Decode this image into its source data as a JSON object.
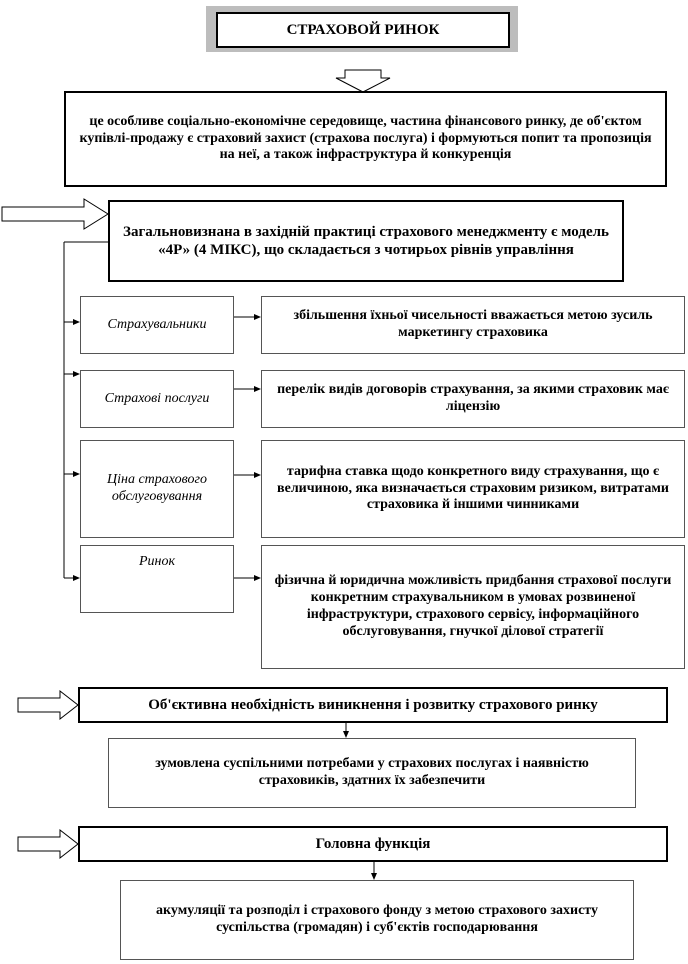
{
  "title": "СТРАХОВОЙ РИНОК",
  "definition": "це особливе соціально-економічне середовище, частина фінансового ринку, де об'єктом купівлі-продажу є страховий захист (страхова послуга) і формуються попит та пропозиція на неї, а також інфраструктура й конкуренція",
  "model_header": "Загальновизнана в західній практиці страхового менеджменту є модель «4Р» (4 МІКС), що складається з чотирьох рівнів управління",
  "levels": [
    {
      "name": "Страхувальники",
      "description": "збільшення їхньої чисельності вважається метою зусиль маркетингу страховика"
    },
    {
      "name": "Страхові послуги",
      "description": "перелік видів договорів страхування, за якими страховик має ліцензію"
    },
    {
      "name": "Ціна страхового обслуговування",
      "description": "тарифна ставка щодо конкретного виду страхування, що є величиною, яка визначається страховим ризиком, витратами страховика й іншими чинниками"
    },
    {
      "name": "Ринок",
      "description": "фізична й юридична можливість придбання страхової послуги конкретним страхувальником в умовах розвиненої інфраструктури, страхового сервісу, інформаційного обслуговування, гнучкої ділової стратегії"
    }
  ],
  "necessity": {
    "header": "Об'єктивна необхідність виникнення і розвитку страхового ринку",
    "text": "зумовлена суспільними потребами у страхових послугах і наявністю страховиків, здатних їх забезпечити"
  },
  "main_function": {
    "header": "Головна функція",
    "text": "акумуляції та розподіл і страхового фонду з метою страхового захисту суспільства (громадян) і суб'єктів господарювання"
  }
}
